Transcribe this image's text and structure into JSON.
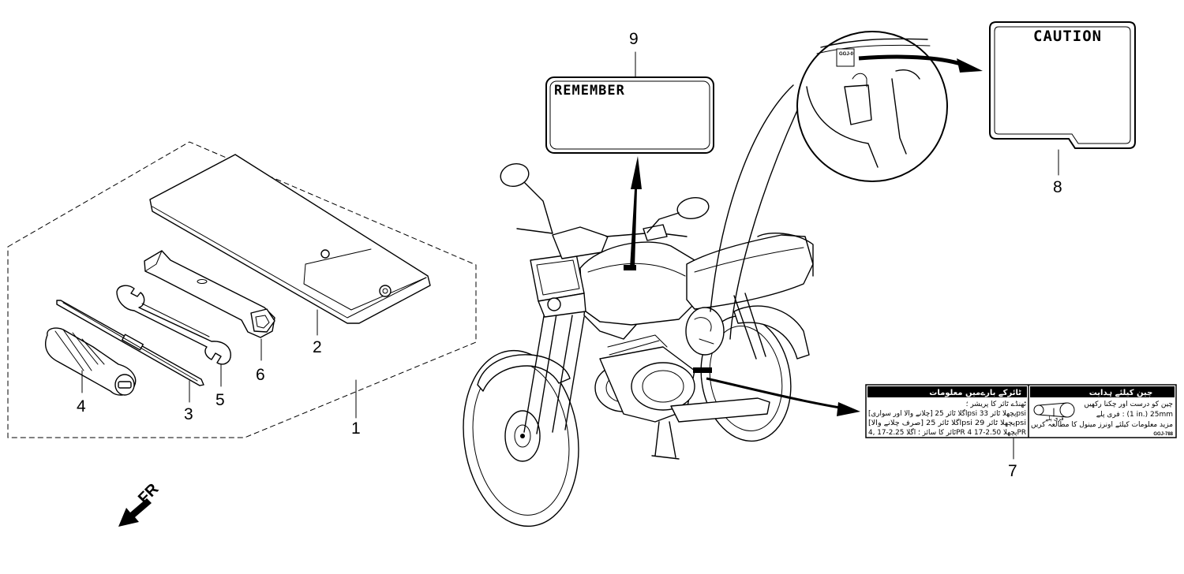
{
  "callouts": {
    "c1": "1",
    "c2": "2",
    "c3": "3",
    "c4": "4",
    "c5": "5",
    "c6": "6",
    "c7": "7",
    "c8": "8",
    "c9": "9"
  },
  "labels": {
    "remember": "REMEMBER",
    "caution": "CAUTION",
    "front_arrow": "FR"
  },
  "tire_label": {
    "header": "ٹائرکے بارےمیں معلومات",
    "line1": "ٹھنڈے ٹائر کا پریشر ؛",
    "line2": "[چلانے والا اور سواری]  اگلا ٹائر  25psi  پچھلا ٹائر  33psi",
    "line3": "[صرف چلانے والا]  اگلا ٹائر  25psi  پچھلا ٹائر  29psi",
    "line4": "ٹائر کا سائز ؛  اگلا  2.25-17 ,4PR  پچھلا  2.50-17 4PR"
  },
  "chain_label": {
    "header": "چین کیلئے ہدایت",
    "line1": "چین کو درست اور چکنا رکھیں",
    "line2": "فری پلے  :  (1 in.) 25mm",
    "line3": "مزید معلومات کیلئے اونرز مینول کا مطالعہ کریں",
    "play_word": "فری پلے",
    "code": "GGJ-788"
  },
  "inset": {
    "tag_text": "GGJ-0"
  },
  "colors": {
    "line": "#000000",
    "label_header": "#000000",
    "background": "#ffffff"
  }
}
